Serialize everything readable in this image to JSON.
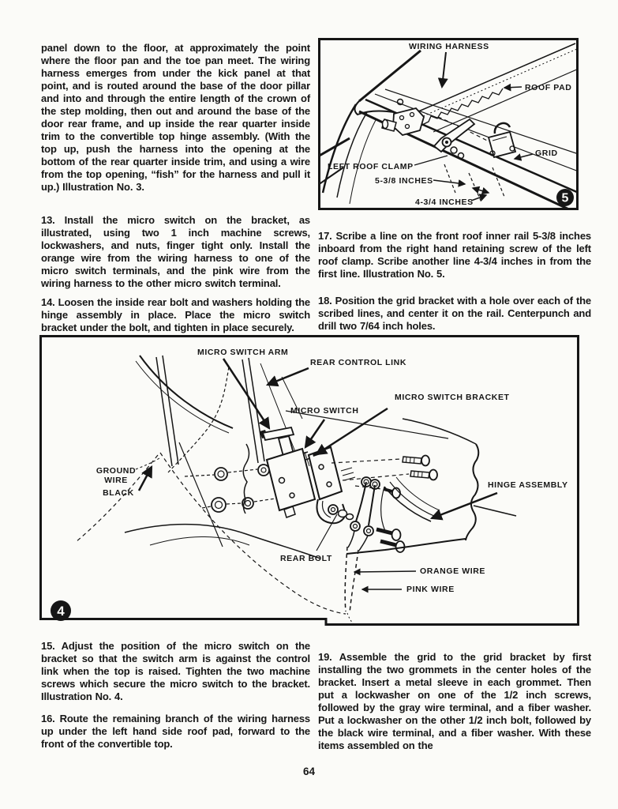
{
  "colors": {
    "paper": "#fbfbf8",
    "ink": "#161616"
  },
  "page_number": "64",
  "paragraphs": {
    "intro": "panel down to the floor, at approximately the point where the floor pan and the toe pan meet. The wiring harness emerges from under the kick panel at that point, and is routed around the base of the door pillar and into and through the entire length of the crown of the step molding, then out and around the base of the door rear frame, and up inside the rear quarter inside trim to the convertible top hinge assembly. (With the top up, push the harness into the opening at the bottom of the rear quarter inside trim, and using a wire from the top opening, “fish” for the harness and pull it up.) Illustration No. 3.",
    "s13": "13.  Install the micro switch on the bracket, as illustrated, using two 1 inch machine screws, lockwashers, and nuts, finger tight only. Install the orange wire from the wiring harness to one of the micro switch terminals, and the pink wire from the wiring harness to the other micro switch terminal.",
    "s14": "14. Loosen the inside rear bolt and washers holding the hinge assembly in place. Place the micro switch bracket under the bolt, and tighten in place securely.",
    "s15": "15.  Adjust the position of the micro switch on the bracket so that the switch arm is against the control link when the top is raised. Tighten the two machine screws which secure the micro switch to the bracket. Illustration No. 4.",
    "s16": "16. Route the remaining branch of the wiring harness up under the left hand side roof pad, forward to the front of the convertible top.",
    "s17": "17.  Scribe a line on the front roof inner rail 5-3/8 inches inboard from the right hand retaining screw of the left roof clamp. Scribe another line 4-3/4 inches in from the first line. Illustration No. 5.",
    "s18": "18. Position the grid bracket with a hole over each of the scribed lines, and center it on the rail. Centerpunch and drill two 7/64 inch holes.",
    "s19": "19.  Assemble the grid to the grid bracket by first installing the two grommets in the center holes of the bracket. Insert a metal sleeve in each grommet. Then put a lockwasher on one of the 1/2 inch screws, followed by the gray wire terminal, and a fiber washer. Put a lockwasher on the other 1/2 inch bolt, followed by the black wire terminal, and a fiber washer. With these items assembled on the"
  },
  "figure5": {
    "number": "5",
    "labels": {
      "wiring_harness": "WIRING HARNESS",
      "roof_pad": "ROOF PAD",
      "grid": "GRID",
      "left_roof_clamp": "LEFT ROOF CLAMP",
      "dim_5_3_8": "5-3/8 INCHES",
      "dim_4_3_4": "4-3/4 INCHES"
    }
  },
  "figure4": {
    "number": "4",
    "labels": {
      "micro_switch_arm": "MICRO SWITCH ARM",
      "rear_control_link": "REAR CONTROL LINK",
      "micro_switch": "MICRO SWITCH",
      "micro_switch_bracket": "MICRO SWITCH BRACKET",
      "ground_wire_line1": "GROUND",
      "ground_wire_line2": "WIRE",
      "black": "BLACK",
      "hinge_assembly": "HINGE ASSEMBLY",
      "rear_bolt": "REAR BOLT",
      "orange_wire": "ORANGE WIRE",
      "pink_wire": "PINK WIRE"
    }
  }
}
